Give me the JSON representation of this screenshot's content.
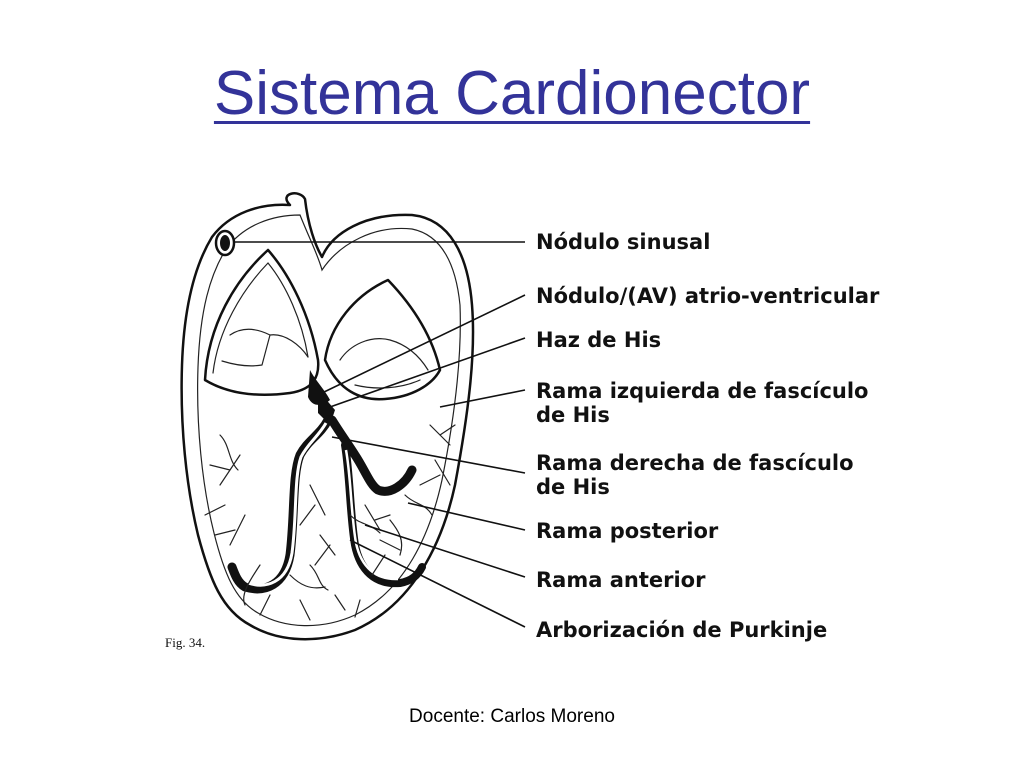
{
  "slide": {
    "title": "Sistema Cardionector",
    "footer": "Docente: Carlos Moreno"
  },
  "figure": {
    "caption": "Fig. 34.",
    "labels": [
      {
        "id": "nodulo-sinusal",
        "lines": [
          "Nódulo sinusal"
        ]
      },
      {
        "id": "nodulo-av",
        "lines": [
          "Nódulo/(AV) atrio-ventricular"
        ]
      },
      {
        "id": "haz-de-his",
        "lines": [
          "Haz de His"
        ]
      },
      {
        "id": "rama-izquierda",
        "lines": [
          "Rama izquierda de fascículo",
          "de His"
        ]
      },
      {
        "id": "rama-derecha",
        "lines": [
          "Rama derecha de fascículo",
          "de His"
        ]
      },
      {
        "id": "rama-posterior",
        "lines": [
          "Rama posterior"
        ]
      },
      {
        "id": "rama-anterior",
        "lines": [
          "Rama anterior"
        ]
      },
      {
        "id": "arborizacion-purkinje",
        "lines": [
          "Arborización de Purkinje"
        ]
      }
    ]
  }
}
